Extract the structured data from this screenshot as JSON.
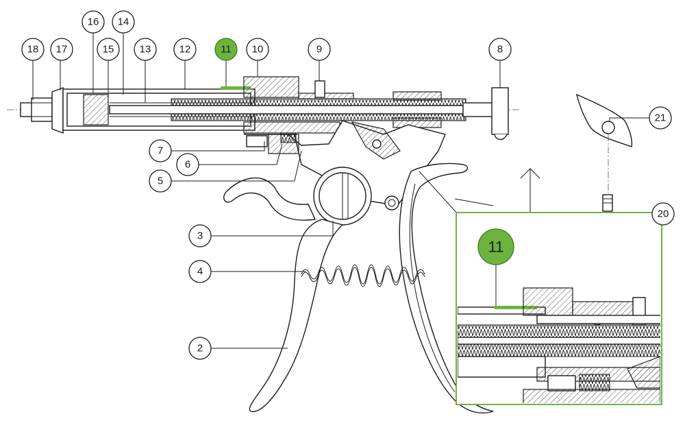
{
  "diagram": {
    "callouts": [
      "18",
      "17",
      "16",
      "15",
      "14",
      "13",
      "12",
      "11",
      "10",
      "9",
      "8",
      "7",
      "6",
      "5",
      "3",
      "4",
      "2",
      "21",
      "20"
    ],
    "highlighted_callout": "11",
    "detail_callout": "11",
    "colors": {
      "highlight": "#6db33f",
      "detail_frame": "#6db33f",
      "line": "#1a1a1a"
    }
  }
}
